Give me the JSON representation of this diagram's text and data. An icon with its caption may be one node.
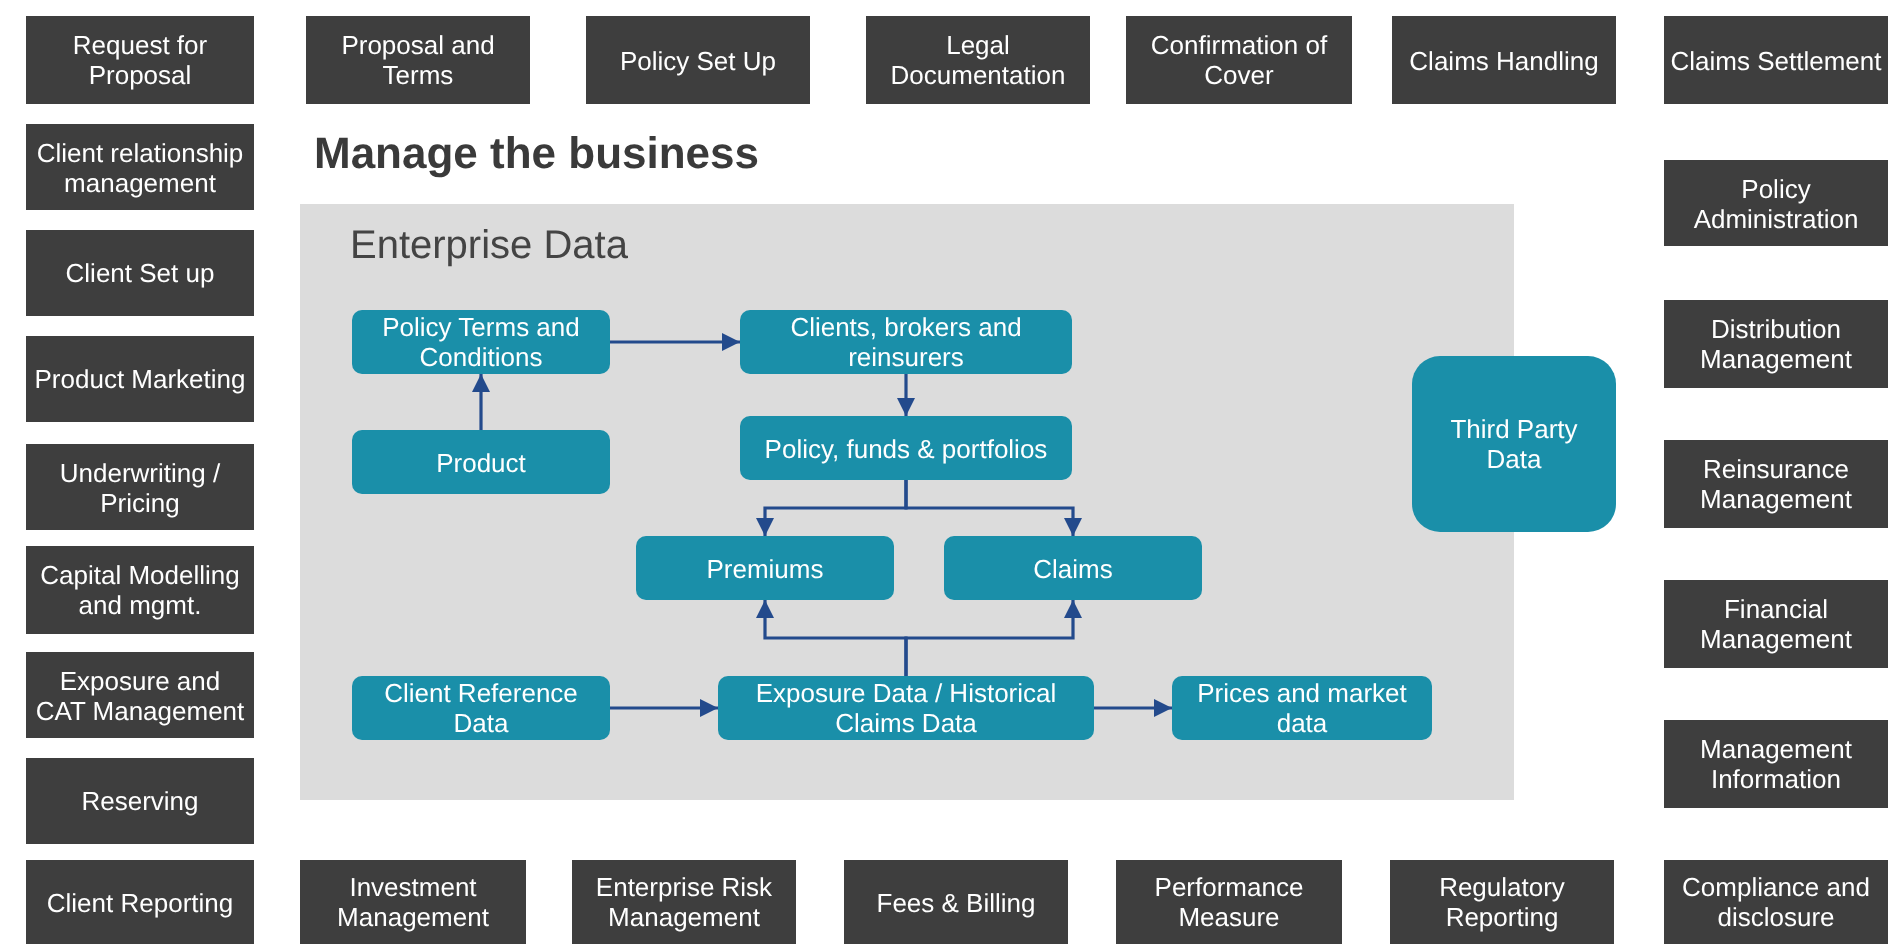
{
  "diagram": {
    "title": "Manage the business",
    "nodes": [
      {
        "text": [
          "Request for Proposal"
        ]
      },
      {
        "text": [
          "Proposal and Terms"
        ]
      },
      {
        "text": [
          "Policy Set Up"
        ]
      },
      {
        "text": [
          "Legal Documentation"
        ]
      },
      {
        "text": [
          "Confirmation of Cover"
        ]
      },
      {
        "text": [
          "Claims Handling"
        ]
      },
      {
        "text": [
          "Claims Settlement"
        ]
      },
      {
        "text": [
          "Client relationship management"
        ]
      },
      {
        "text": [
          "Client Set up"
        ]
      },
      {
        "text": [
          "Product Marketing"
        ]
      },
      {
        "text": [
          "Underwriting / Pricing"
        ]
      },
      {
        "text": [
          "Capital Modelling and mgmt."
        ]
      },
      {
        "text": [
          "Exposure and CAT Management"
        ]
      },
      {
        "text": [
          "Reserving"
        ]
      },
      {
        "text": [
          "Policy Administration"
        ]
      },
      {
        "text": [
          "Distribution Management"
        ]
      },
      {
        "text": [
          "Reinsurance Management"
        ]
      },
      {
        "text": [
          "Financial Management"
        ]
      },
      {
        "text": [
          "Management Information"
        ]
      },
      {
        "text": [
          "Client Reporting"
        ]
      },
      {
        "text": [
          "Investment Management"
        ]
      },
      {
        "text": [
          "Enterprise Risk Management"
        ]
      },
      {
        "text": [
          "Fees & Billing"
        ]
      },
      {
        "text": [
          "Performance Measure"
        ]
      },
      {
        "text": [
          "Regulatory Reporting"
        ]
      },
      {
        "text": [
          "Compliance and disclosure"
        ]
      },
      {
        "text": [
          "Enterprise Data"
        ]
      },
      {
        "text": [
          "Policy Terms and Conditions"
        ],
        "in": 26
      },
      {
        "text": [
          "Clients, brokers and reinsurers"
        ],
        "in": 26
      },
      {
        "text": [
          "Product"
        ],
        "in": 26
      },
      {
        "text": [
          "Policy, funds & portfolios"
        ],
        "in": 26
      },
      {
        "text": [
          "Premiums"
        ],
        "in": 26
      },
      {
        "text": [
          "Claims"
        ],
        "in": 26
      },
      {
        "text": [
          "Client Reference Data"
        ],
        "in": 26
      },
      {
        "text": [
          "Exposure Data / Historical Claims Data"
        ],
        "in": 26
      },
      {
        "text": [
          "Prices and market data"
        ],
        "in": 26
      },
      {
        "text": [
          "Third Party Data"
        ]
      }
    ],
    "edges": [
      {
        "from": 29,
        "to": 27,
        "arrow": "to"
      },
      {
        "from": 27,
        "to": 28,
        "arrow": "to"
      },
      {
        "from": 28,
        "to": 30,
        "arrow": "to"
      },
      {
        "from": 30,
        "to": 31,
        "arrow": "to"
      },
      {
        "from": 30,
        "to": 32,
        "arrow": "to"
      },
      {
        "from": 34,
        "to": 31,
        "arrow": "to"
      },
      {
        "from": 34,
        "to": 32,
        "arrow": "to"
      },
      {
        "from": 33,
        "to": 34,
        "arrow": "to"
      },
      {
        "from": 34,
        "to": 35,
        "arrow": "to"
      }
    ]
  }
}
